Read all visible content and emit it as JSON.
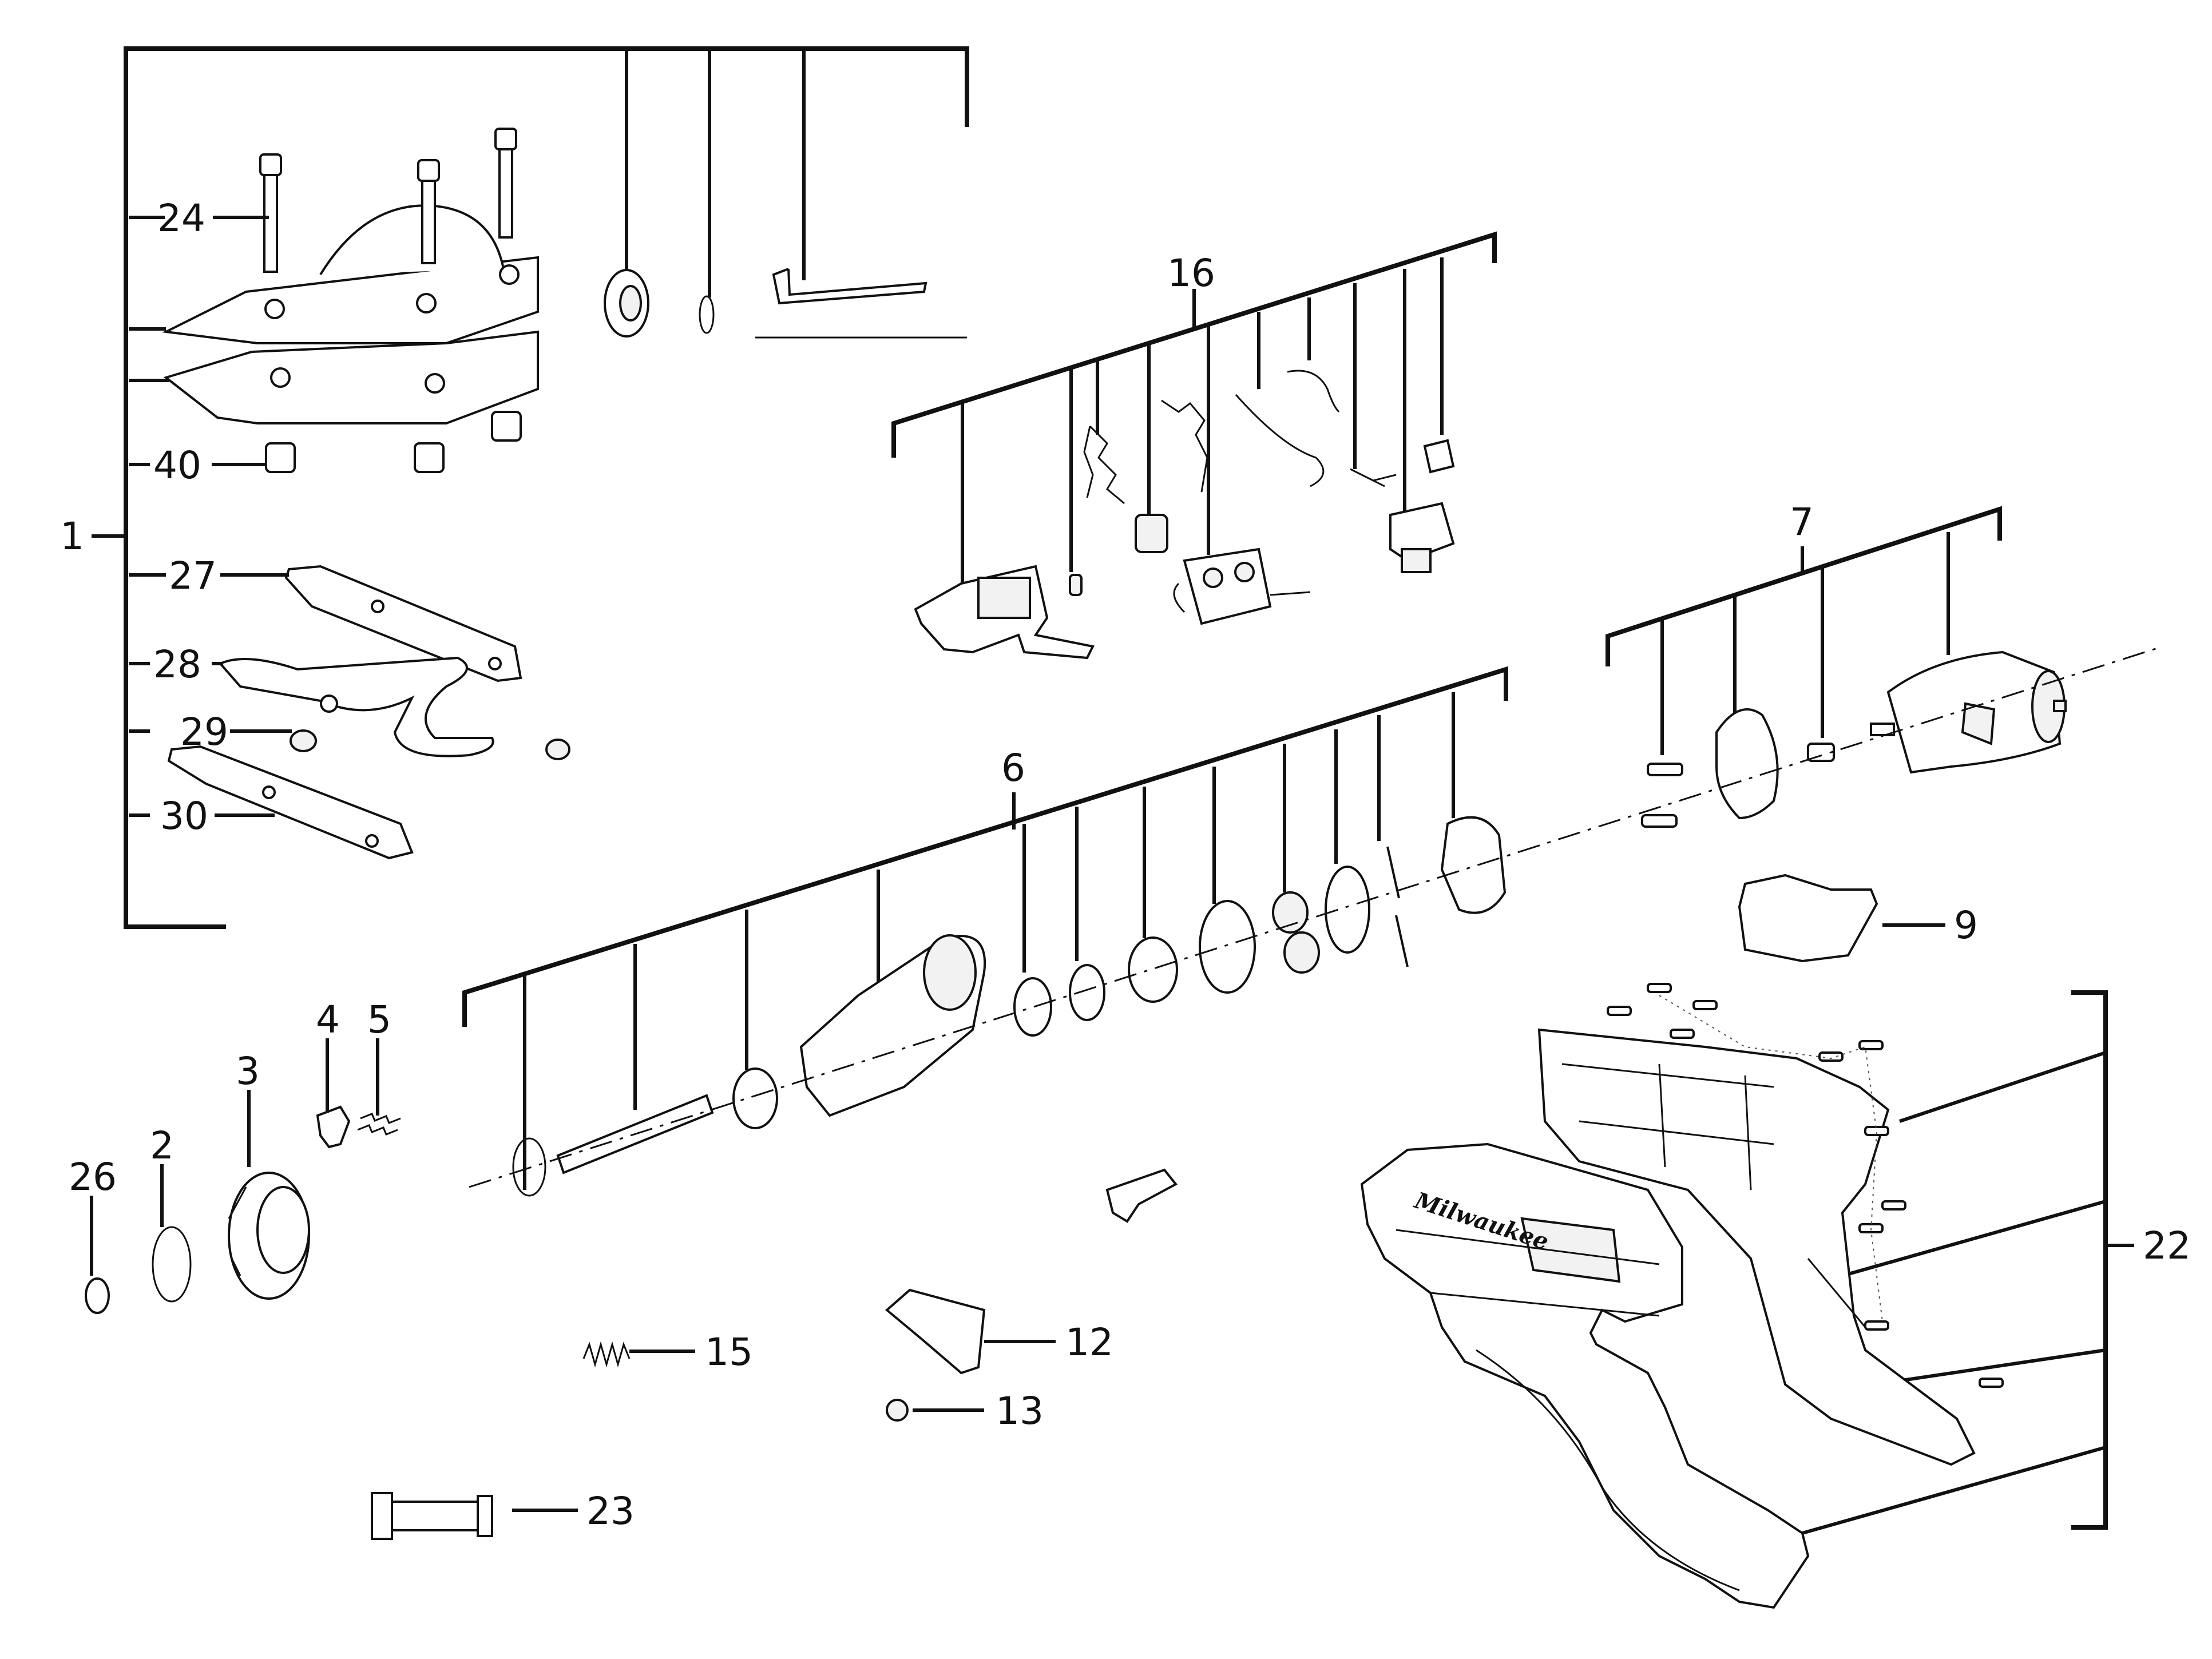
{
  "diagram": {
    "brand_text": "Milwaukee",
    "callouts": {
      "c1": "1",
      "c2": "2",
      "c3": "3",
      "c4": "4",
      "c5": "5",
      "c6": "6",
      "c7": "7",
      "c9": "9",
      "c12": "12",
      "c13": "13",
      "c15": "15",
      "c16": "16",
      "c22": "22",
      "c23": "23",
      "c24": "24",
      "c26": "26",
      "c27": "27",
      "c28": "28",
      "c29": "29",
      "c30": "30",
      "c40": "40"
    }
  }
}
